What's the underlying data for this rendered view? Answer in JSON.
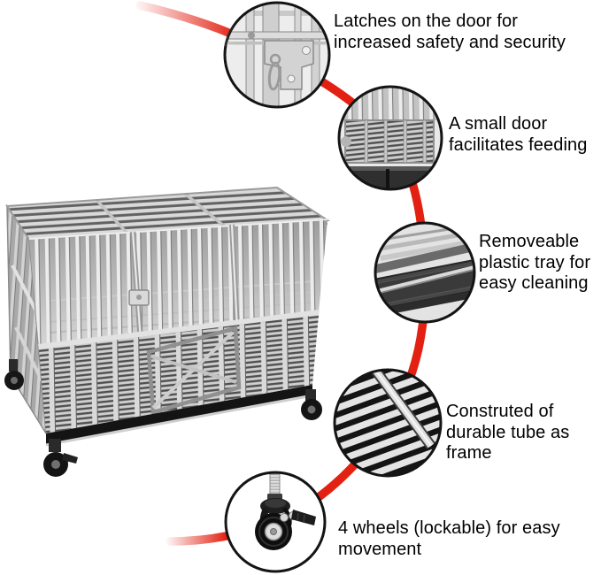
{
  "colors": {
    "accent_red": "#e32112",
    "text": "#000000",
    "circle_border": "#141414"
  },
  "callouts": [
    {
      "id": "latches",
      "icon": "door-latch-closeup-photo",
      "text": "Latches on the door for\nincreased safety and security"
    },
    {
      "id": "feeding-door",
      "icon": "feeding-door-closeup-photo",
      "text": "A small door\nfacilitates feeding"
    },
    {
      "id": "tray",
      "icon": "plastic-tray-closeup-photo",
      "text": "Removeable\nplastic tray for\neasy cleaning"
    },
    {
      "id": "frame",
      "icon": "tube-frame-closeup-photo",
      "text": "Construted of\ndurable tube as\nframe"
    },
    {
      "id": "wheels",
      "icon": "caster-wheel-closeup-photo",
      "text": "4 wheels (lockable) for easy\nmovement"
    }
  ]
}
